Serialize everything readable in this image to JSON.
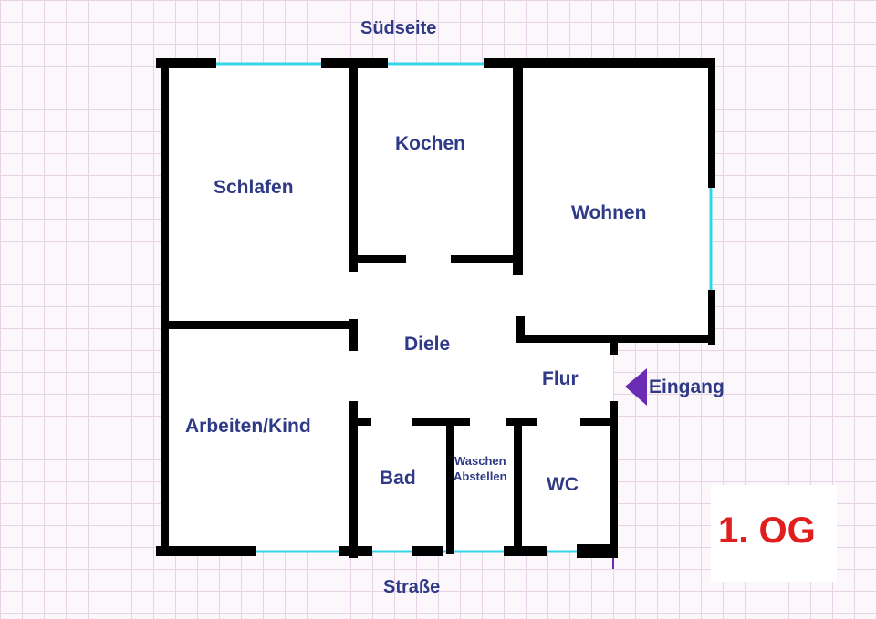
{
  "labels": {
    "south": "Südseite",
    "street": "Straße",
    "entrance": "Eingang"
  },
  "rooms": {
    "schlafen": "Schlafen",
    "kochen": "Kochen",
    "wohnen": "Wohnen",
    "diele": "Diele",
    "flur": "Flur",
    "arbeiten": "Arbeiten/Kind",
    "bad": "Bad",
    "waschen_line1": "Waschen",
    "waschen_line2": "Abstellen",
    "wc": "WC"
  },
  "floor_badge": "1. OG",
  "colors": {
    "wall": "#000000",
    "window": "#33d4e6",
    "label": "#2e3a86",
    "entrance_arrow": "#6a2bb5",
    "badge_text": "#e01e1e",
    "grid": "#e6d3e6"
  }
}
